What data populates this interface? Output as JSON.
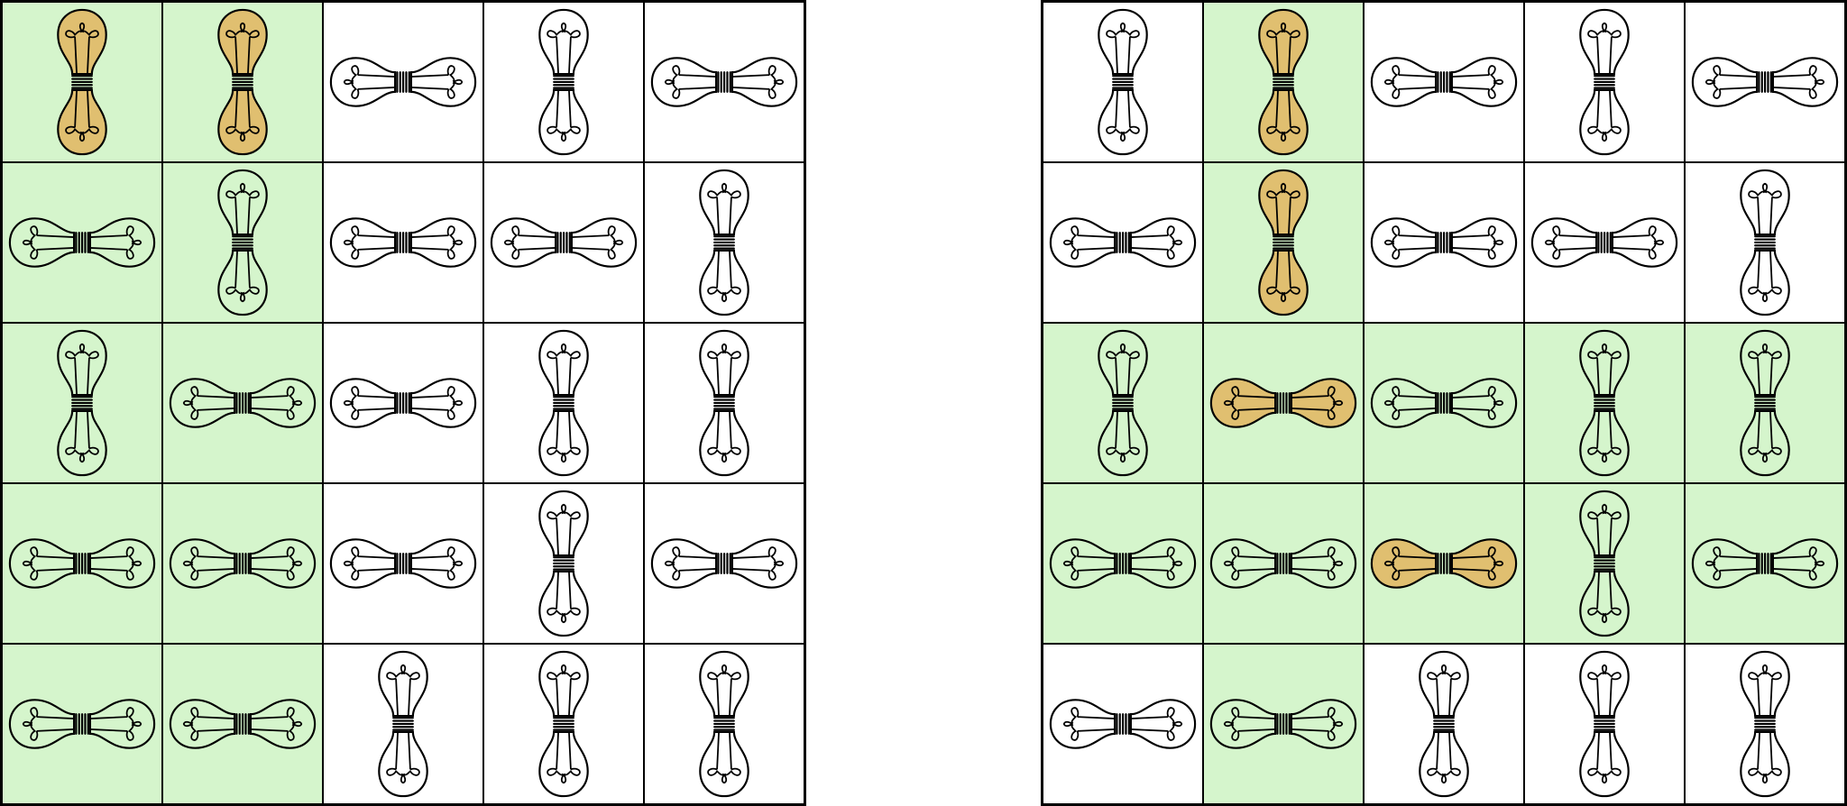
{
  "colors": {
    "highlight": "#d5f5cc",
    "lit_bulb": "#e0bf70",
    "unlit_bulb": "none",
    "grid_line": "#000000"
  },
  "boards": [
    {
      "name": "left",
      "rows": [
        [
          {
            "o": "V",
            "lit": true,
            "hl": true
          },
          {
            "o": "V",
            "lit": true,
            "hl": true
          },
          {
            "o": "H",
            "lit": false,
            "hl": false
          },
          {
            "o": "V",
            "lit": false,
            "hl": false
          },
          {
            "o": "H",
            "lit": false,
            "hl": false
          }
        ],
        [
          {
            "o": "H",
            "lit": false,
            "hl": true
          },
          {
            "o": "V",
            "lit": false,
            "hl": true
          },
          {
            "o": "H",
            "lit": false,
            "hl": false
          },
          {
            "o": "H",
            "lit": false,
            "hl": false
          },
          {
            "o": "V",
            "lit": false,
            "hl": false
          }
        ],
        [
          {
            "o": "V",
            "lit": false,
            "hl": true
          },
          {
            "o": "H",
            "lit": false,
            "hl": true
          },
          {
            "o": "H",
            "lit": false,
            "hl": false
          },
          {
            "o": "V",
            "lit": false,
            "hl": false
          },
          {
            "o": "V",
            "lit": false,
            "hl": false
          }
        ],
        [
          {
            "o": "H",
            "lit": false,
            "hl": true
          },
          {
            "o": "H",
            "lit": false,
            "hl": true
          },
          {
            "o": "H",
            "lit": false,
            "hl": false
          },
          {
            "o": "V",
            "lit": false,
            "hl": false
          },
          {
            "o": "H",
            "lit": false,
            "hl": false
          }
        ],
        [
          {
            "o": "H",
            "lit": false,
            "hl": true
          },
          {
            "o": "H",
            "lit": false,
            "hl": true
          },
          {
            "o": "V",
            "lit": false,
            "hl": false
          },
          {
            "o": "V",
            "lit": false,
            "hl": false
          },
          {
            "o": "V",
            "lit": false,
            "hl": false
          }
        ]
      ]
    },
    {
      "name": "right",
      "rows": [
        [
          {
            "o": "V",
            "lit": false,
            "hl": false
          },
          {
            "o": "V",
            "lit": true,
            "hl": true
          },
          {
            "o": "H",
            "lit": false,
            "hl": false
          },
          {
            "o": "V",
            "lit": false,
            "hl": false
          },
          {
            "o": "H",
            "lit": false,
            "hl": false
          }
        ],
        [
          {
            "o": "H",
            "lit": false,
            "hl": false
          },
          {
            "o": "V",
            "lit": true,
            "hl": true
          },
          {
            "o": "H",
            "lit": false,
            "hl": false
          },
          {
            "o": "H",
            "lit": false,
            "hl": false
          },
          {
            "o": "V",
            "lit": false,
            "hl": false
          }
        ],
        [
          {
            "o": "V",
            "lit": false,
            "hl": true
          },
          {
            "o": "H",
            "lit": true,
            "hl": true
          },
          {
            "o": "H",
            "lit": false,
            "hl": true
          },
          {
            "o": "V",
            "lit": false,
            "hl": true
          },
          {
            "o": "V",
            "lit": false,
            "hl": true
          }
        ],
        [
          {
            "o": "H",
            "lit": false,
            "hl": true
          },
          {
            "o": "H",
            "lit": false,
            "hl": true
          },
          {
            "o": "H",
            "lit": true,
            "hl": true
          },
          {
            "o": "V",
            "lit": false,
            "hl": true
          },
          {
            "o": "H",
            "lit": false,
            "hl": true
          }
        ],
        [
          {
            "o": "H",
            "lit": false,
            "hl": false
          },
          {
            "o": "H",
            "lit": false,
            "hl": true
          },
          {
            "o": "V",
            "lit": false,
            "hl": false
          },
          {
            "o": "V",
            "lit": false,
            "hl": false
          },
          {
            "o": "V",
            "lit": false,
            "hl": false
          }
        ]
      ]
    }
  ]
}
